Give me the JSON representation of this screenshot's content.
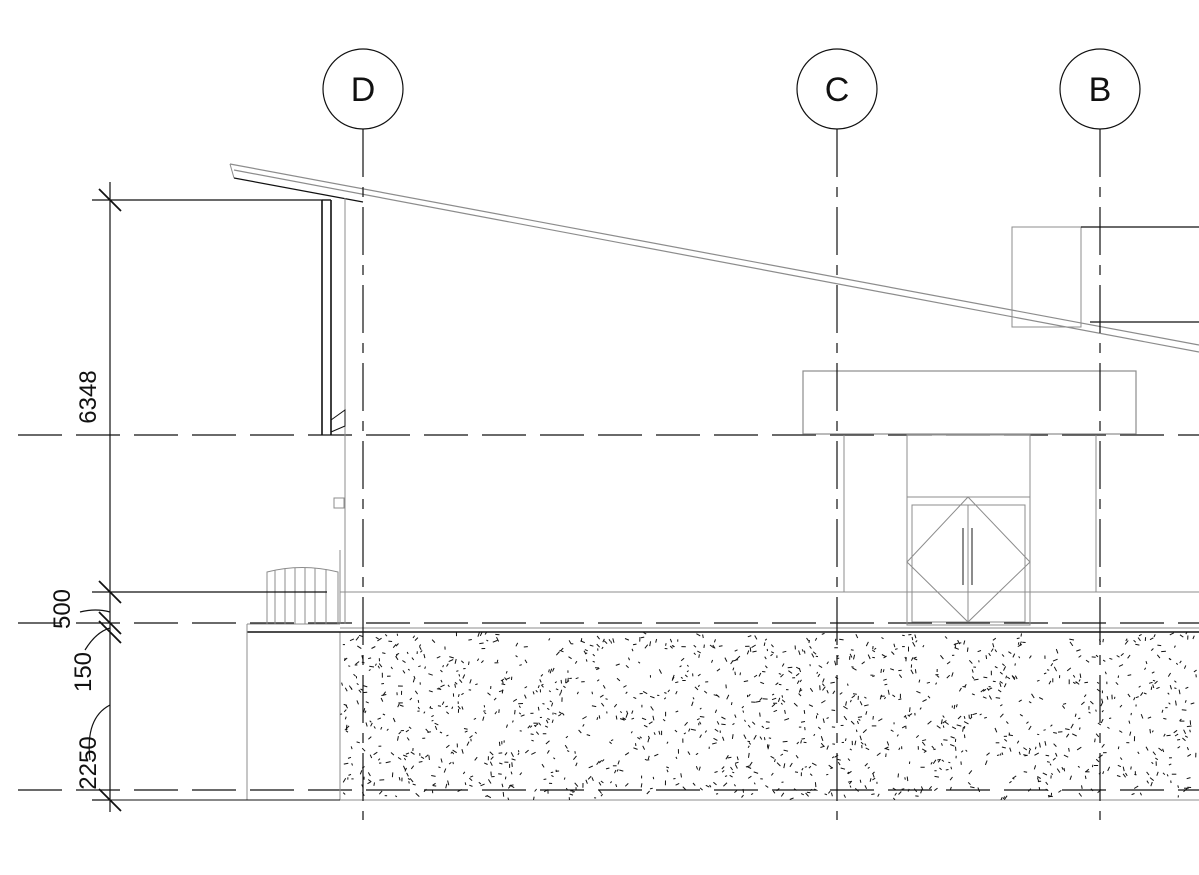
{
  "grid_lines": {
    "d": "D",
    "c": "C",
    "b": "B"
  },
  "dimensions": {
    "d6348": "6348",
    "d500": "500",
    "d150": "150",
    "d2250": "2250"
  },
  "colors": {
    "ink": "#111111",
    "thin": "#8c8c8c",
    "background": "#ffffff"
  }
}
